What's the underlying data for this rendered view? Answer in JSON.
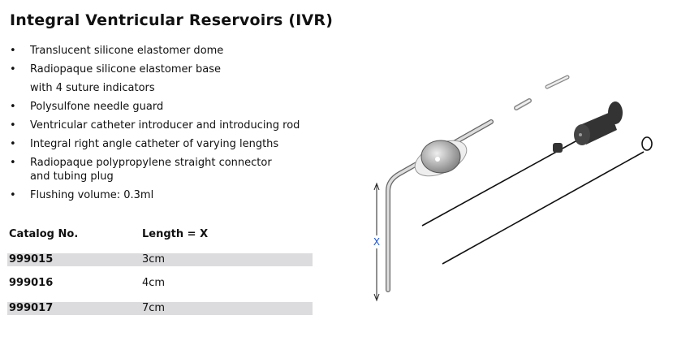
{
  "title": "Integral Ventricular Reservoirs (IVR)",
  "bullet": "•",
  "features": [
    "Translucent silicone elastomer dome",
    "Radiopaque silicone elastomer base",
    "with 4 suture indicators",
    "Polysulfone needle guard",
    "Ventricular catheter introducer and introducing rod",
    "Integral right angle catheter of varying lengths",
    "Radiopaque polypropylene straight connector",
    "and tubing plug",
    "Flushing volume: 0.3ml"
  ],
  "table": {
    "headers": [
      "Catalog No.",
      "Length = X"
    ],
    "rows": [
      [
        "999015",
        "3cm"
      ],
      [
        "999016",
        "4cm"
      ],
      [
        "999017",
        "7cm"
      ]
    ]
  },
  "diagram": {
    "dimension_label": "X",
    "label_color": "#2255cc"
  }
}
